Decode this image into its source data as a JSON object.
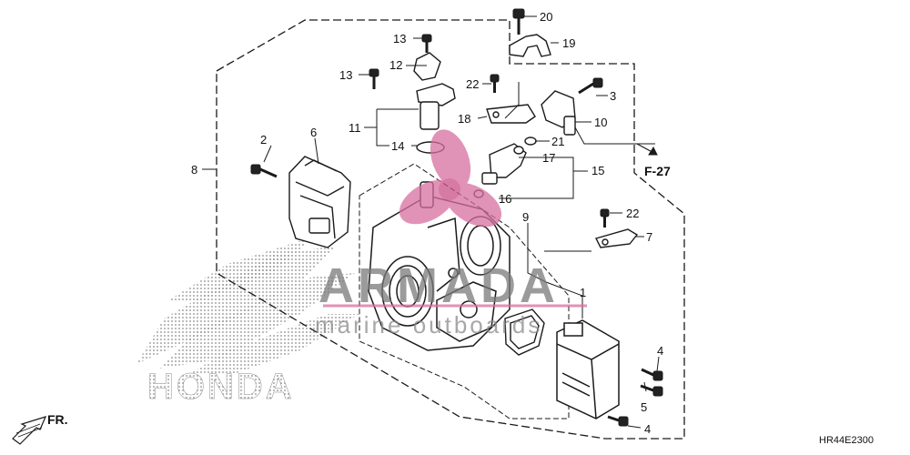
{
  "diagram": {
    "callouts": {
      "c1": "1",
      "c2": "2",
      "c3": "3",
      "c4a": "4",
      "c4b": "4",
      "c5": "5",
      "c6": "6",
      "c7": "7",
      "c8": "8",
      "c9": "9",
      "c10": "10",
      "c11": "11",
      "c12": "12",
      "c13a": "13",
      "c13b": "13",
      "c14": "14",
      "c15": "15",
      "c16": "16",
      "c17": "17",
      "c18": "18",
      "c19": "19",
      "c20": "20",
      "c21": "21",
      "c22a": "22",
      "c22b": "22"
    },
    "frame_ref": "F-27",
    "direction": "FR.",
    "diagram_code": "HR44E2300",
    "brand_logo": "HONDA",
    "watermark": {
      "title": "ARMADA",
      "subtitle": "marine outboards"
    }
  },
  "colors": {
    "line": "#1a1a1a",
    "watermark_pink": "#d8709f",
    "watermark_gray": "#8a8a8a",
    "dots": "#8c8c8c"
  }
}
